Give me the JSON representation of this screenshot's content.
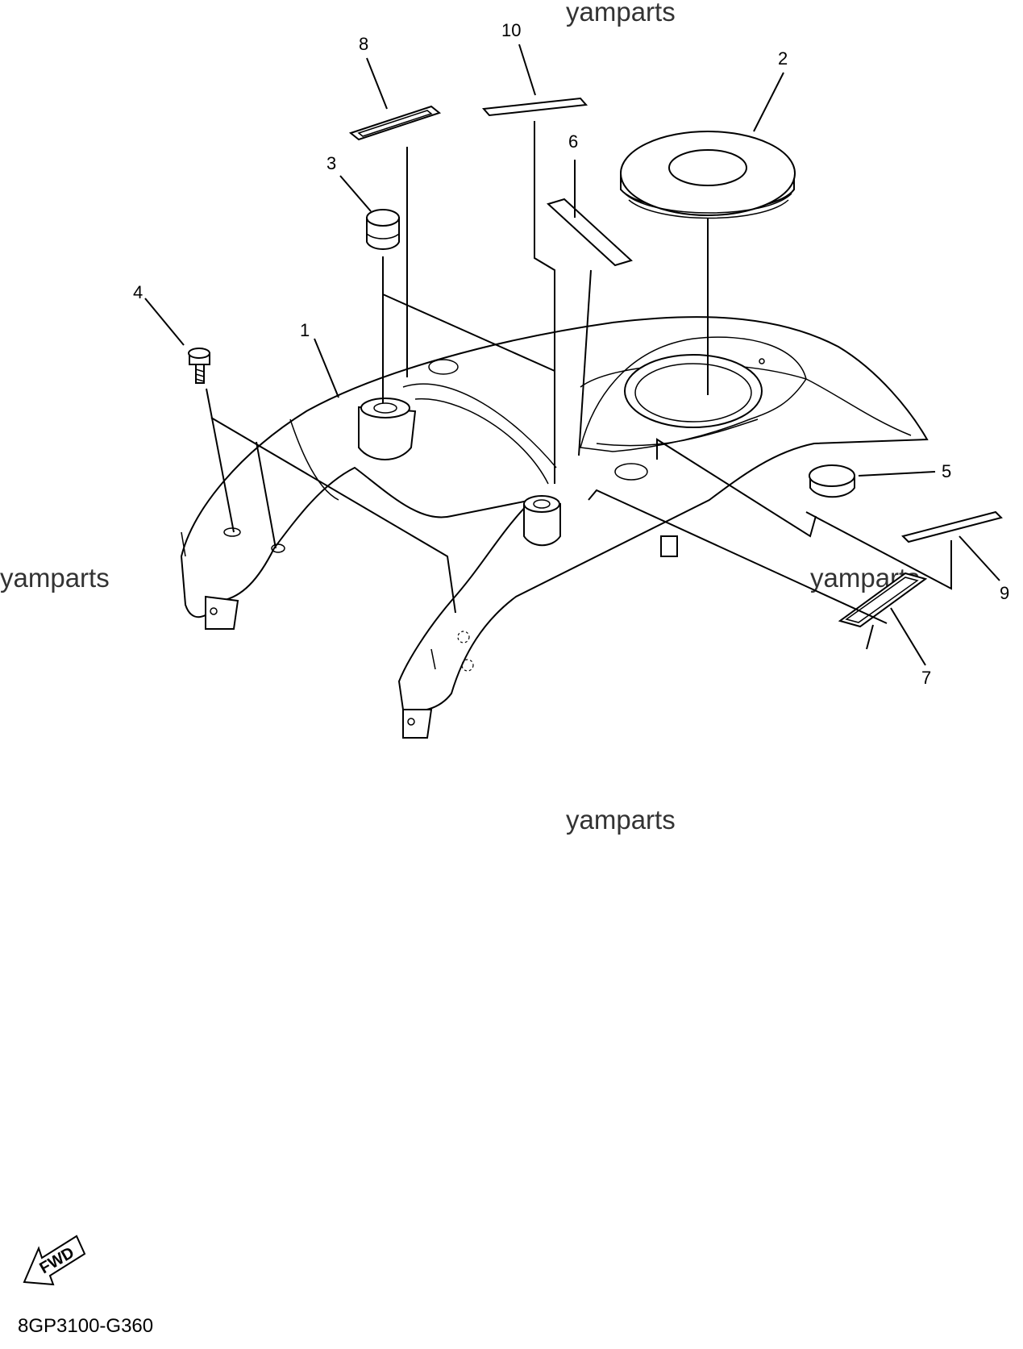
{
  "watermark": "yamparts",
  "diagram_code": "8GP3100-G360",
  "fwd_label": "FWD",
  "callouts": [
    "1",
    "2",
    "3",
    "4",
    "5",
    "6",
    "7",
    "8",
    "9",
    "10"
  ]
}
